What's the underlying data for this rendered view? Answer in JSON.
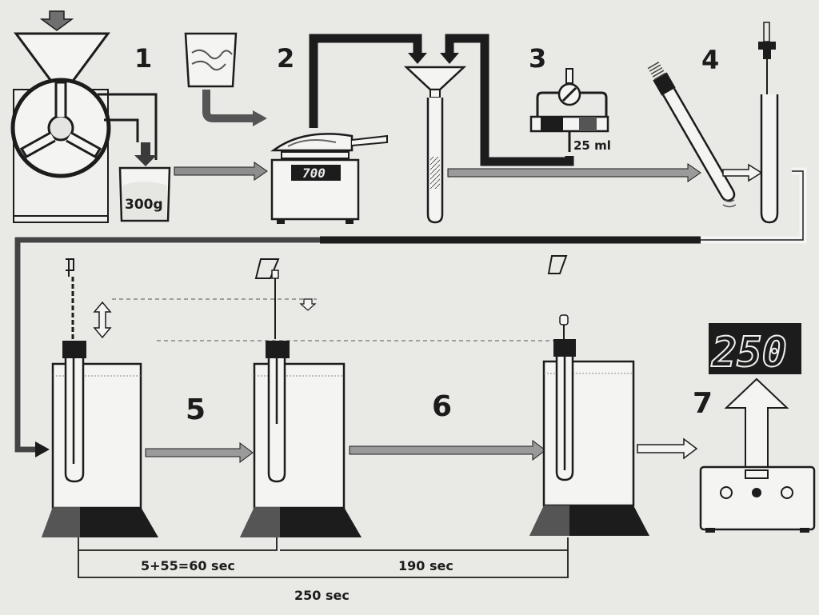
{
  "steps": {
    "s1": "1",
    "s2": "2",
    "s3": "3",
    "s4": "4",
    "s5": "5",
    "s6": "6",
    "s7": "7"
  },
  "labels": {
    "beaker_weight": "300g",
    "scale_reading": "700",
    "pipette_volume": "25 ml",
    "meter_reading": "250"
  },
  "timeline": {
    "first_interval": "5+55=60 sec",
    "second_interval": "190 sec",
    "total": "250 sec"
  },
  "colors": {
    "background": "#e9e9e6",
    "ink": "#1c1c1c",
    "grey_arrow": "#8e8e8e",
    "panel": "#f4f4f2"
  }
}
